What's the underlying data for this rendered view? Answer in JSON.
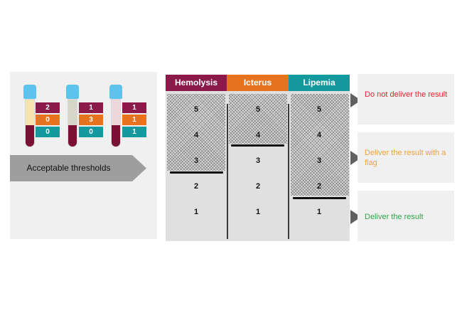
{
  "tubes": [
    {
      "top_color": "#f6e3b0",
      "scores": [
        "2",
        "0",
        "0"
      ]
    },
    {
      "top_color": "#d6d6c8",
      "scores": [
        "1",
        "3",
        "0"
      ]
    },
    {
      "top_color": "#ecd7dd",
      "scores": [
        "1",
        "1",
        "1"
      ]
    }
  ],
  "threshold_label": "Acceptable thresholds",
  "columns": [
    {
      "name": "Hemolysis",
      "color": "#8b1a4a",
      "threshold": 3
    },
    {
      "name": "Icterus",
      "color": "#e8731e",
      "threshold": 4
    },
    {
      "name": "Lipemia",
      "color": "#13999e",
      "threshold": 2
    }
  ],
  "grades": [
    "5",
    "4",
    "3",
    "2",
    "1"
  ],
  "outcomes": [
    {
      "text": "Do not deliver the result",
      "color": "#e8222a"
    },
    {
      "text": "Deliver the result with a flag",
      "color": "#f0a23a"
    },
    {
      "text": "Deliver the result",
      "color": "#2ea84a"
    }
  ]
}
